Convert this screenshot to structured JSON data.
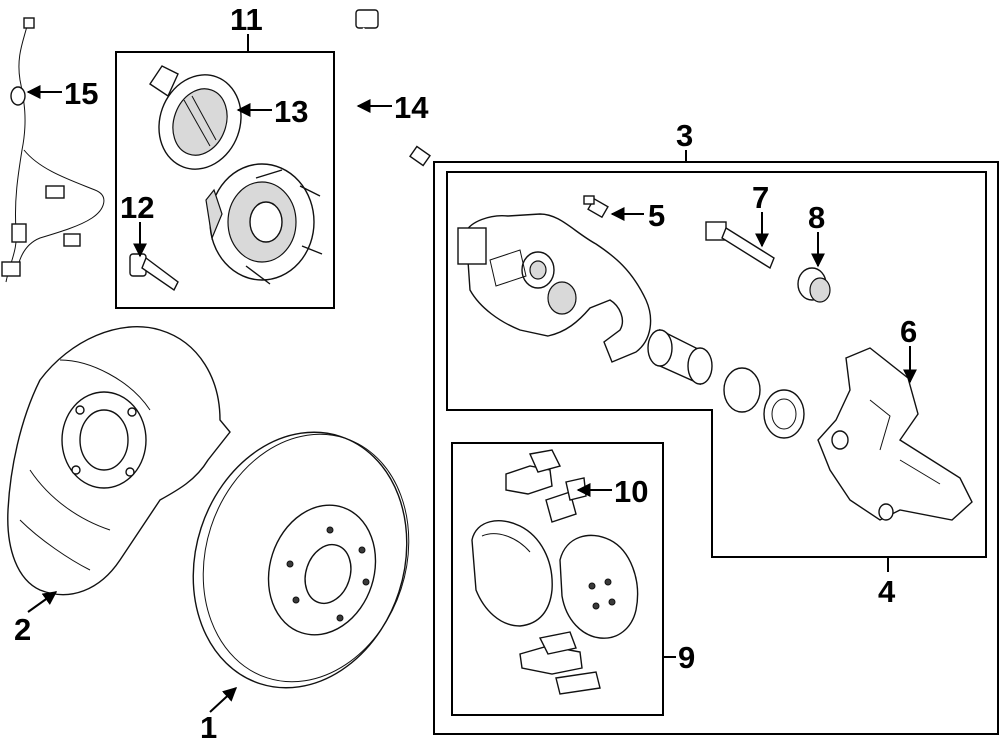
{
  "callouts": {
    "c1": "1",
    "c2": "2",
    "c3": "3",
    "c4": "4",
    "c5": "5",
    "c6": "6",
    "c7": "7",
    "c8": "8",
    "c9": "9",
    "c10": "10",
    "c11": "11",
    "c12": "12",
    "c13": "13",
    "c14": "14",
    "c15": "15"
  },
  "colors": {
    "ink": "#000000",
    "background": "#ffffff",
    "shade": "#d9d9d9"
  }
}
